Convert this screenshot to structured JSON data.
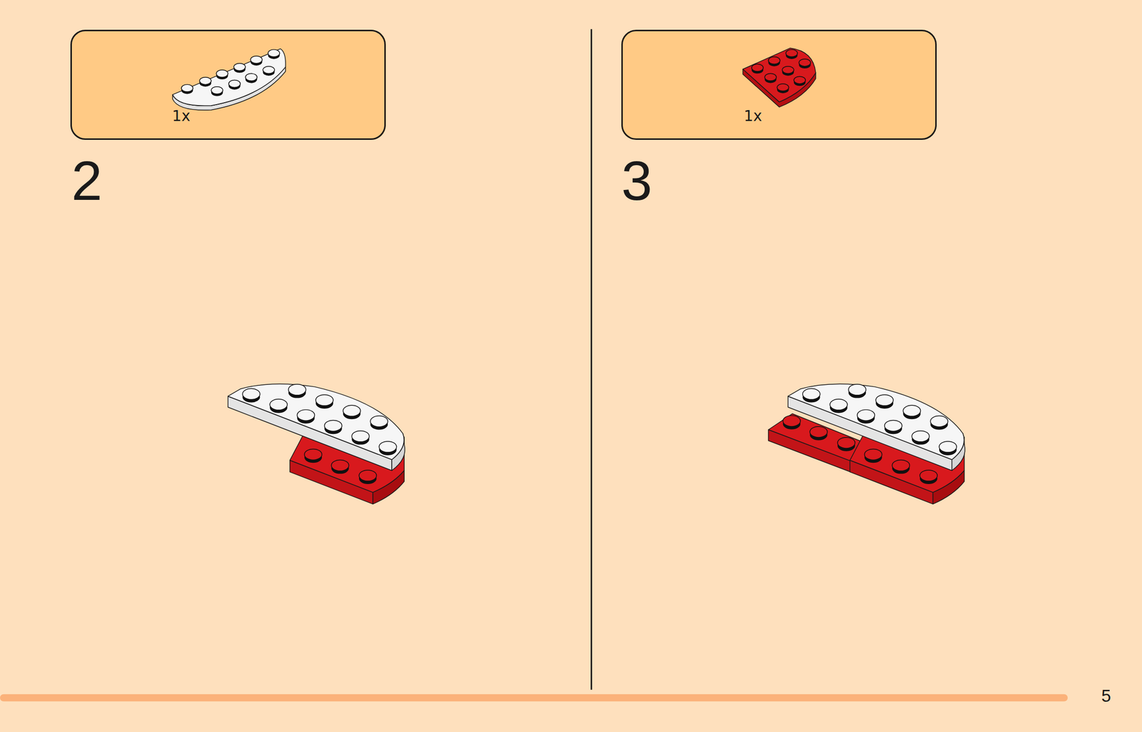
{
  "diagram": {
    "nodes": [
      {
        "text": [
          "1x"
        ]
      },
      {
        "text": [
          "1x"
        ]
      }
    ],
    "labels": [
      "2",
      "3",
      "5"
    ]
  }
}
